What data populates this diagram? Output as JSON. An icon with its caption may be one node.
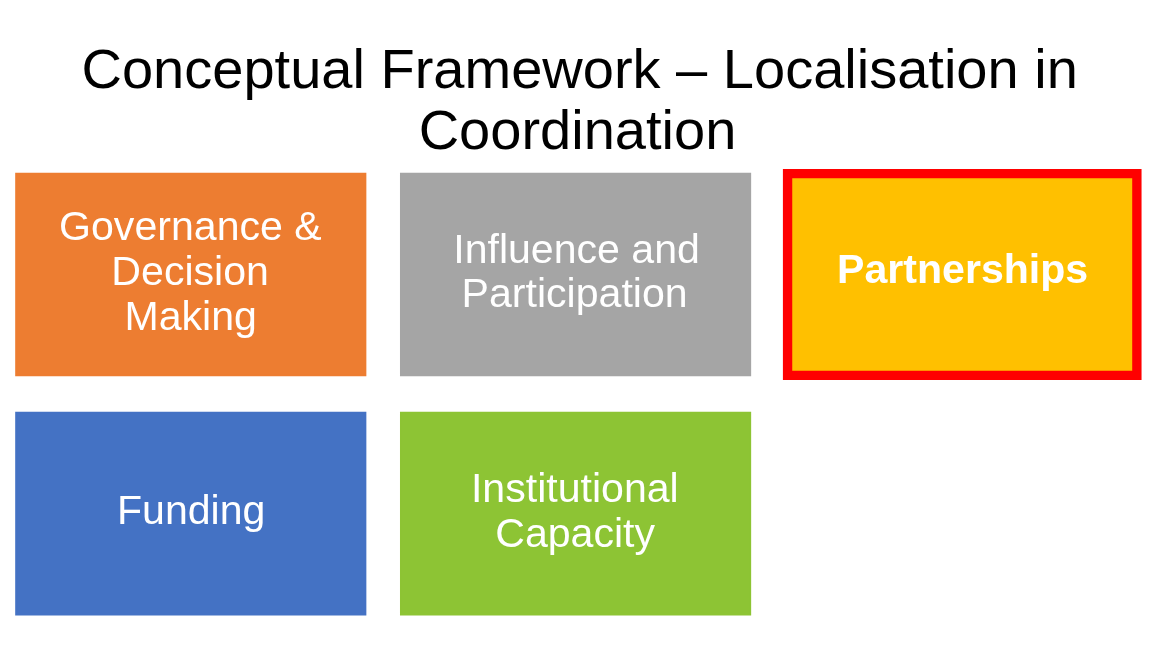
{
  "diagram": {
    "title": "Conceptual Framework – Localisation in Coordination",
    "nodes": [
      {
        "text": [
          "Governance & Decision Making"
        ]
      },
      {
        "text": [
          "Influence and Participation"
        ]
      },
      {
        "text": [
          "Partnerships"
        ]
      },
      {
        "text": [
          "Funding"
        ]
      },
      {
        "text": [
          "Institutional Capacity"
        ]
      }
    ]
  }
}
